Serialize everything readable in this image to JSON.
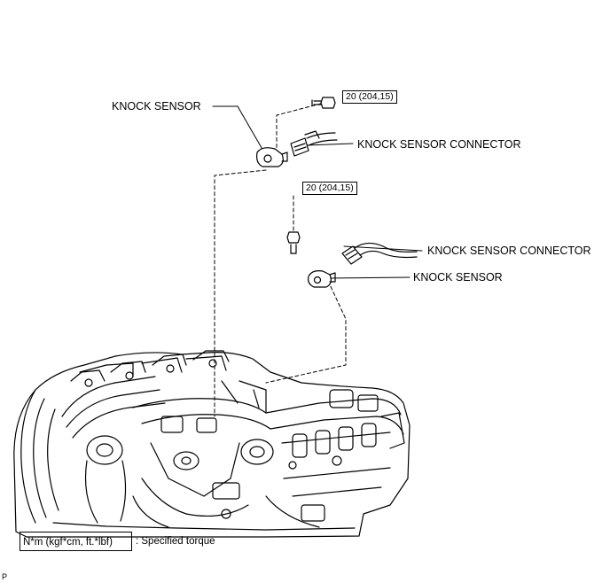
{
  "labels": {
    "knock_sensor_1": "KNOCK SENSOR",
    "connector_1": "KNOCK SENSOR CONNECTOR",
    "knock_sensor_2": "KNOCK SENSOR",
    "connector_2": "KNOCK SENSOR CONNECTOR"
  },
  "torque": {
    "bolt_1": "20 (204,15)",
    "bolt_2": "20 (204,15)"
  },
  "legend": {
    "unit": "N*m (kgf*cm, ft.*lbf)",
    "meaning": ": Specified torque"
  },
  "ref_letter": "P"
}
